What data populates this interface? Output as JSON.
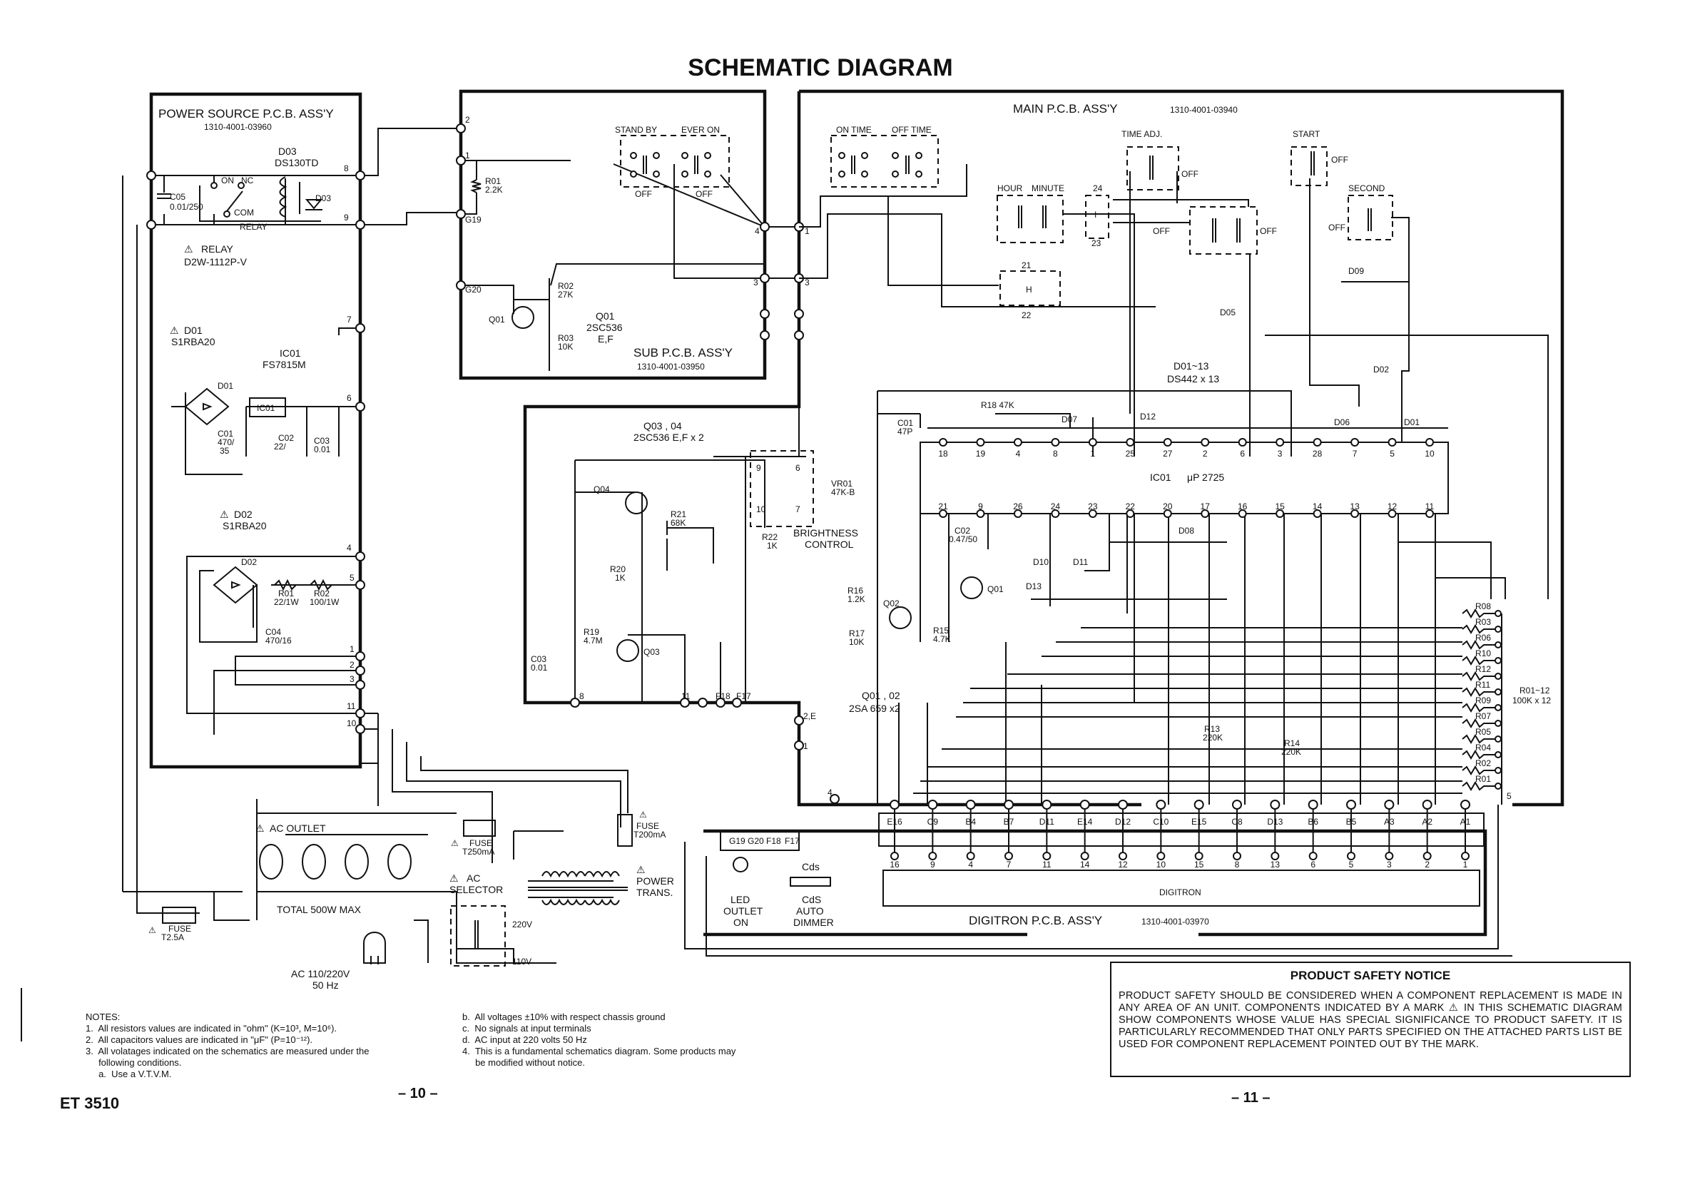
{
  "title": "SCHEMATIC DIAGRAM",
  "boards": {
    "power": {
      "name": "POWER SOURCE P.C.B. ASS'Y",
      "part": "1310-4001-03960"
    },
    "sub": {
      "name": "SUB P.C.B. ASS'Y",
      "part": "1310-4001-03950"
    },
    "main": {
      "name": "MAIN P.C.B. ASS'Y",
      "part": "1310-4001-03940"
    },
    "digitron": {
      "name": "DIGITRON P.C.B. ASS'Y",
      "part": "1310-4001-03970"
    }
  },
  "power_labels": {
    "d03": "D03",
    "d03_type": "DS130TD",
    "d03b": "D03",
    "c05": "C05",
    "c05_val": "0.01/250",
    "on": "ON",
    "nc": "NC",
    "com": "COM",
    "relay_small": "RELAY",
    "relay": "RELAY",
    "relay_type": "D2W-1112P-V",
    "d01": "D01",
    "d01_type": "S1RBA20",
    "d01b": "D01",
    "ic01": "IC01",
    "ic01_type": "FS7815M",
    "ic01_box": "IC01",
    "c01": "C01",
    "c01_val1": "470/",
    "c01_val2": "35",
    "c02": "C02",
    "c02_val": "22/",
    "c03": "C03",
    "c03_val": "0.01",
    "d02": "D02",
    "d02_type": "S1RBA20",
    "d02b": "D02",
    "r01": "R01",
    "r01_val": "22/1W",
    "r02": "R02",
    "r02_val": "100/1W",
    "c04": "C04",
    "c04_val": "470/16"
  },
  "sub_labels": {
    "standby": "STAND BY",
    "everon": "EVER ON",
    "off1": "OFF",
    "off2": "OFF",
    "r01": "R01",
    "r01_val": "2.2K",
    "g19": "G19",
    "g20": "G20",
    "r02": "R02",
    "r02_val": "27K",
    "r03": "R03",
    "r03_val": "10K",
    "q01": "Q01",
    "q01_name": "Q01",
    "q01_type": "2SC536",
    "q01_grade": "E,F"
  },
  "mid_labels": {
    "q0304": "Q03 , 04",
    "q0304_type": "2SC536 E,F x 2",
    "q04": "Q04",
    "r21": "R21",
    "r21_val": "68K",
    "r20": "R20",
    "r20_val": "1K",
    "vr01": "VR01",
    "vr01_val": "47K-B",
    "r22": "R22",
    "r22_val": "1K",
    "brightness": "BRIGHTNESS",
    "control": "CONTROL",
    "r19": "R19",
    "r19_val": "4.7M",
    "q03": "Q03",
    "c03": "C03",
    "c03_val": "0.01",
    "p9": "9",
    "p6": "6",
    "p10": "10",
    "p7": "7"
  },
  "main_labels": {
    "ontime": "ON TIME",
    "offtime": "OFF TIME",
    "timeadj": "TIME ADJ.",
    "start": "START",
    "off_ta": "OFF",
    "off_start": "OFF",
    "hour": "HOUR",
    "minute": "MINUTE",
    "second": "SECOND",
    "off_sec": "OFF",
    "off_h": "OFF",
    "off_m": "OFF",
    "i_sw": "I",
    "h_sw": "H",
    "n24": "24",
    "n23": "23",
    "n21": "21",
    "n22": "22",
    "d09": "D09",
    "d05": "D05",
    "d0113": "D01~13",
    "d0113_type": "DS442 x 13",
    "d02": "D02",
    "d06": "D06",
    "d01": "D01",
    "d07": "D07",
    "d12": "D12",
    "r18": "R18 47K",
    "c01": "C01",
    "c01_val": "47P",
    "ic01": "IC01",
    "ic01_type": "μP 2725",
    "c02": "C02",
    "c02_val": "0.47/50",
    "d08": "D08",
    "d10": "D10",
    "d11": "D11",
    "d13": "D13",
    "r16": "R16",
    "r16_val": "1.2K",
    "q02": "Q02",
    "q01": "Q01",
    "r17": "R17",
    "r17_val": "10K",
    "r15": "R15",
    "r15_val": "4.7K",
    "q0102": "Q01 , 02",
    "q0102_type": "2SA 659 x2",
    "r13": "R13",
    "r13_val": "220K",
    "r14": "R14",
    "r14_val": "220K",
    "r0112": "R01~12",
    "r0112_val": "100K x 12"
  },
  "ic_top_pins": [
    "18",
    "19",
    "4",
    "8",
    "1",
    "25",
    "27",
    "2",
    "6",
    "3",
    "28",
    "7",
    "5",
    "10"
  ],
  "ic_bottom_pins": [
    "21",
    "9",
    "26",
    "24",
    "23",
    "22",
    "20",
    "17",
    "16",
    "15",
    "14",
    "13",
    "12",
    "11"
  ],
  "resistor_ladder": [
    "R08",
    "R03",
    "R06",
    "R10",
    "R12",
    "R11",
    "R09",
    "R07",
    "R05",
    "R04",
    "R02",
    "R01"
  ],
  "conn_labels": [
    "E16",
    "C9",
    "B4",
    "B7",
    "D11",
    "E14",
    "D12",
    "C10",
    "E15",
    "C8",
    "D13",
    "B6",
    "B5",
    "A3",
    "A2",
    "A1"
  ],
  "digitron_pins": [
    "16",
    "9",
    "4",
    "7",
    "11",
    "14",
    "12",
    "10",
    "15",
    "8",
    "13",
    "6",
    "5",
    "3",
    "2",
    "1"
  ],
  "digitron_name": "DIGITRON",
  "digitron_left": [
    "G19",
    "G20",
    "F18",
    "F17"
  ],
  "led_label": [
    "LED",
    "OUTLET",
    "ON"
  ],
  "cds_label": [
    "CdS",
    "AUTO",
    "DIMMER"
  ],
  "cds_box": "Cds",
  "bottom_labels": {
    "ac_outlet": "AC OUTLET",
    "total": "TOTAL 500W MAX",
    "fuse_t250": "FUSE",
    "fuse_t250_val": "T250mA",
    "fuse_t200": "FUSE",
    "fuse_t200_val": "T200mA",
    "fuse_main": "FUSE",
    "fuse_main_val": "T2.5A",
    "ac_selector1": "AC",
    "ac_selector2": "SELECTOR",
    "power1": "POWER",
    "power2": "TRANS.",
    "v220": "220V",
    "v110": "110V",
    "ac_in": "AC 110/220V",
    "hz": "50 Hz"
  },
  "node_nums": {
    "p8": "8",
    "p9": "9",
    "p7": "7",
    "p6": "6",
    "p4": "4",
    "p5": "5",
    "p1": "1",
    "p2": "2",
    "p3": "3",
    "p11": "11",
    "p10": "10",
    "s2": "2",
    "s1": "1",
    "s4": "4",
    "s3": "3",
    "m1": "1",
    "m3": "3",
    "b8": "8",
    "b11": "11",
    "bF18": "F18",
    "bF17": "F17",
    "b2E": "2,E",
    "b1": "1",
    "b4": "4",
    "b5": "5"
  },
  "notes": {
    "head": "NOTES:",
    "items": [
      "1.  All resistors values are indicated in \"ohm\" (K=10³, M=10⁶).",
      "2.  All capacitors values are indicated in \"μF\" (P=10⁻¹²).",
      "3.  All volatages indicated on the schematics are measured under the\n     following conditions.\n     a.  Use a V.T.V.M."
    ],
    "items2": [
      "b.  All voltages ±10% with respect chassis ground",
      "c.  No signals at input terminals",
      "d.  AC input at 220 volts 50 Hz",
      "4.  This is a fundamental schematics diagram. Some products may\n     be modified without notice."
    ]
  },
  "safety": {
    "title": "PRODUCT SAFETY NOTICE",
    "body": "PRODUCT SAFETY SHOULD BE CONSIDERED WHEN A COMPONENT REPLACEMENT IS MADE IN ANY AREA OF AN UNIT. COMPONENTS INDICATED BY A MARK ⚠ IN THIS SCHEMATIC DIAGRAM SHOW COMPONENTS WHOSE VALUE HAS SPECIAL SIGNIFICANCE TO PRODUCT SAFETY. IT IS PARTICULARLY RECOMMENDED THAT ONLY PARTS SPECIFIED ON THE ATTACHED PARTS LIST BE USED FOR COMPONENT REPLACEMENT POINTED OUT BY THE MARK."
  },
  "model": "ET 3510",
  "page_left": "– 10 –",
  "page_right": "– 11 –"
}
